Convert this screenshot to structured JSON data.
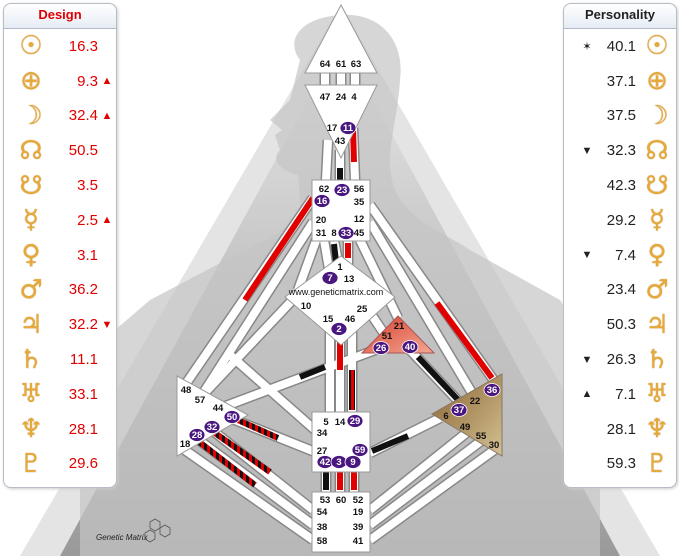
{
  "design": {
    "title": "Design",
    "planets": [
      {
        "planet": "sun",
        "glyph": "☉",
        "value": "16.3",
        "mark": ""
      },
      {
        "planet": "earth",
        "glyph": "⊕",
        "value": "9.3",
        "mark": "▲"
      },
      {
        "planet": "moon",
        "glyph": "☽",
        "value": "32.4",
        "mark": "▲"
      },
      {
        "planet": "north-node",
        "glyph": "☊",
        "value": "50.5",
        "mark": ""
      },
      {
        "planet": "south-node",
        "glyph": "☋",
        "value": "3.5",
        "mark": ""
      },
      {
        "planet": "mercury",
        "glyph": "☿",
        "value": "2.5",
        "mark": "▲"
      },
      {
        "planet": "venus",
        "glyph": "♀",
        "value": "3.1",
        "mark": ""
      },
      {
        "planet": "mars",
        "glyph": "♂",
        "value": "36.2",
        "mark": ""
      },
      {
        "planet": "jupiter",
        "glyph": "♃",
        "value": "32.2",
        "mark": "▼"
      },
      {
        "planet": "saturn",
        "glyph": "♄",
        "value": "11.1",
        "mark": ""
      },
      {
        "planet": "uranus",
        "glyph": "♅",
        "value": "33.1",
        "mark": ""
      },
      {
        "planet": "neptune",
        "glyph": "♆",
        "value": "28.1",
        "mark": ""
      },
      {
        "planet": "pluto",
        "glyph": "♇",
        "value": "29.6",
        "mark": ""
      }
    ]
  },
  "personality": {
    "title": "Personality",
    "planets": [
      {
        "planet": "sun",
        "glyph": "☉",
        "value": "40.1",
        "mark": "✶"
      },
      {
        "planet": "earth",
        "glyph": "⊕",
        "value": "37.1",
        "mark": ""
      },
      {
        "planet": "moon",
        "glyph": "☽",
        "value": "37.5",
        "mark": ""
      },
      {
        "planet": "north-node",
        "glyph": "☊",
        "value": "32.3",
        "mark": "▼"
      },
      {
        "planet": "south-node",
        "glyph": "☋",
        "value": "42.3",
        "mark": ""
      },
      {
        "planet": "mercury",
        "glyph": "☿",
        "value": "29.2",
        "mark": ""
      },
      {
        "planet": "venus",
        "glyph": "♀",
        "value": "7.4",
        "mark": "▼"
      },
      {
        "planet": "mars",
        "glyph": "♂",
        "value": "23.4",
        "mark": ""
      },
      {
        "planet": "jupiter",
        "glyph": "♃",
        "value": "50.3",
        "mark": ""
      },
      {
        "planet": "saturn",
        "glyph": "♄",
        "value": "26.3",
        "mark": "▼"
      },
      {
        "planet": "uranus",
        "glyph": "♅",
        "value": "7.1",
        "mark": "▲"
      },
      {
        "planet": "neptune",
        "glyph": "♆",
        "value": "28.1",
        "mark": ""
      },
      {
        "planet": "pluto",
        "glyph": "♇",
        "value": "59.3",
        "mark": ""
      }
    ]
  },
  "bodygraph": {
    "gates": [
      "64",
      "61",
      "63",
      "47",
      "24",
      "4",
      "17",
      "11",
      "43",
      "62",
      "23",
      "56",
      "16",
      "35",
      "20",
      "12",
      "31",
      "8",
      "33",
      "45",
      "1",
      "7",
      "13",
      "10",
      "25",
      "15",
      "46",
      "2",
      "21",
      "51",
      "26",
      "40",
      "48",
      "57",
      "44",
      "50",
      "32",
      "28",
      "18",
      "5",
      "14",
      "29",
      "34",
      "27",
      "59",
      "42",
      "3",
      "9",
      "36",
      "22",
      "37",
      "6",
      "49",
      "55",
      "30",
      "53",
      "60",
      "52",
      "54",
      "19",
      "38",
      "39",
      "58",
      "41"
    ],
    "highlighted_gates": [
      "11",
      "23",
      "16",
      "33",
      "7",
      "2",
      "26",
      "40",
      "50",
      "32",
      "28",
      "29",
      "59",
      "42",
      "3",
      "9",
      "36",
      "37"
    ],
    "watermark": "www.geneticmatrix.com",
    "logo_text": "Genetic Matrix"
  },
  "colors": {
    "design": "#e00000",
    "personality": "#000000",
    "gate_circle": "#4a1780",
    "planet_glyph": "#e6a93a",
    "heart": "#e4705c",
    "solar_plexus": "#a8844f"
  }
}
